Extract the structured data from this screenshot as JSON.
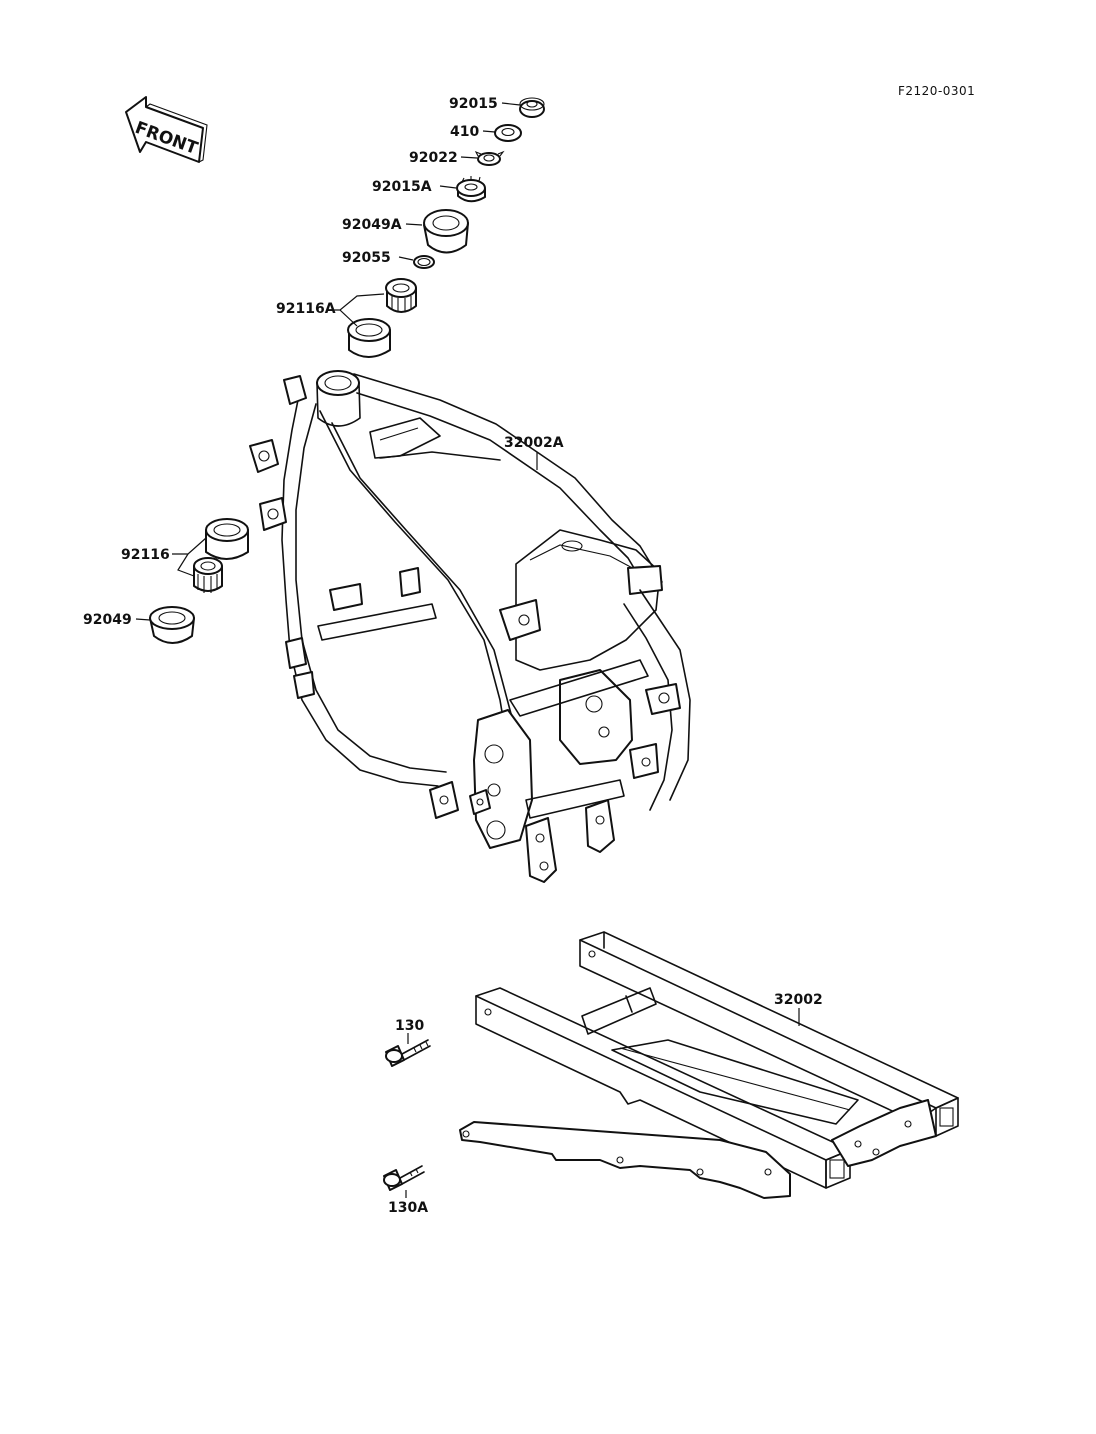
{
  "reference_code": "F2120-0301",
  "front_arrow": {
    "label": "FRONT",
    "icon": "front-direction-arrow"
  },
  "callouts": {
    "p92015": "92015",
    "p410": "410",
    "p92022": "92022",
    "p92015A": "92015A",
    "p92049A": "92049A",
    "p92055": "92055",
    "p92116A": "92116A",
    "p32002A": "32002A",
    "p92116": "92116",
    "p92049": "92049",
    "p32002": "32002",
    "p130": "130",
    "p130A": "130A"
  },
  "colors": {
    "ink": "#111111",
    "background": "#ffffff"
  }
}
